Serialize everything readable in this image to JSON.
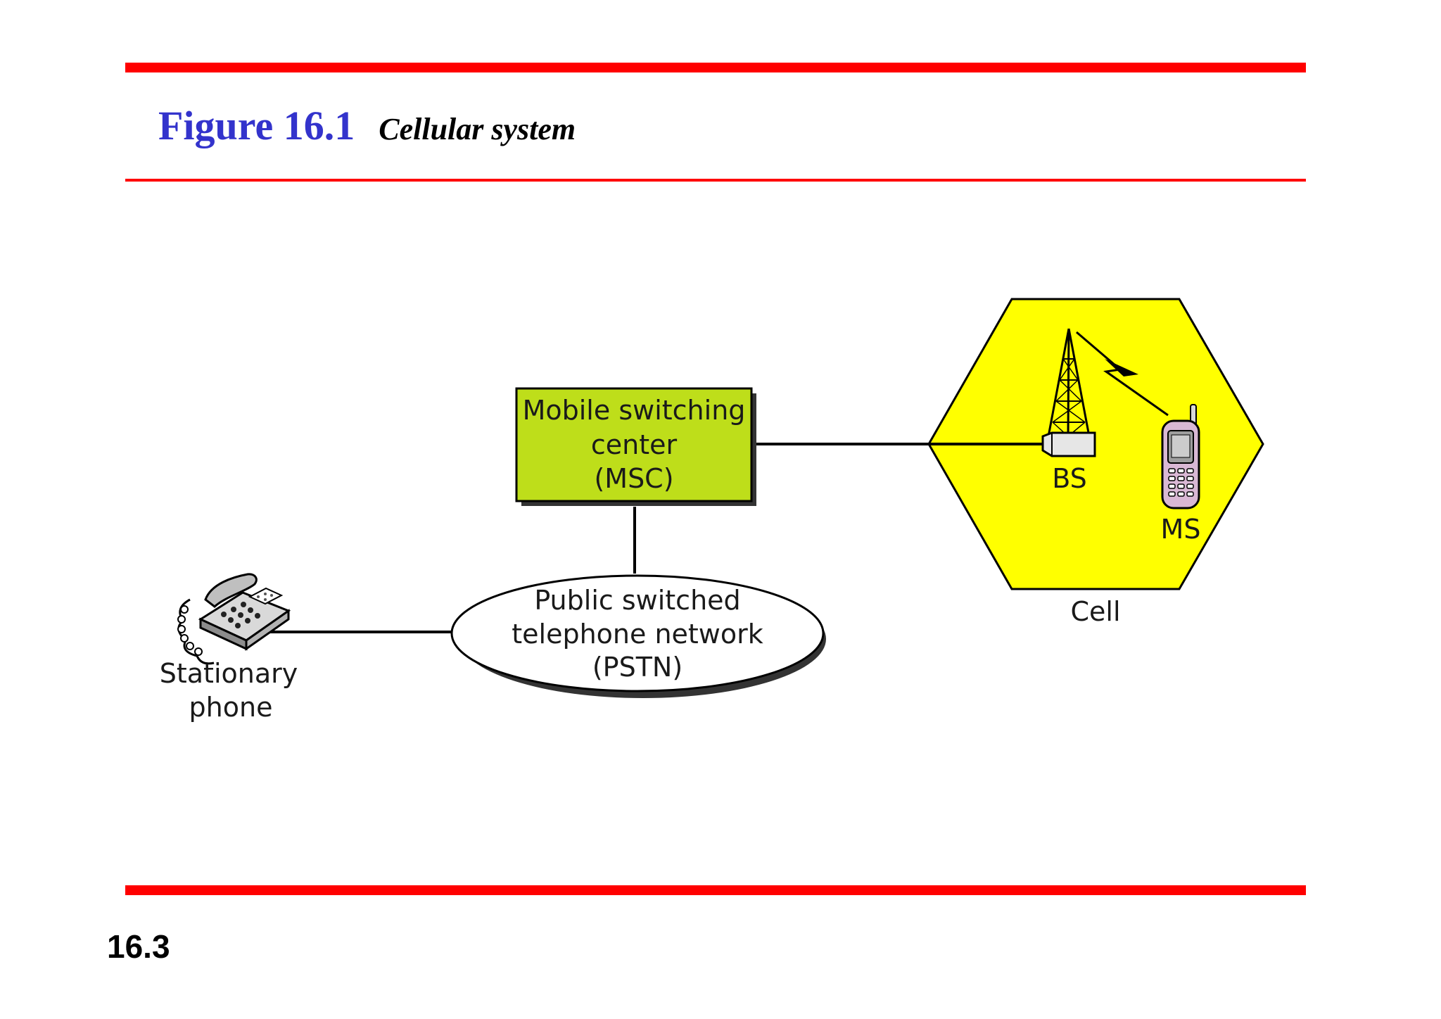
{
  "header": {
    "figure_number": "Figure 16.1",
    "figure_caption": "Cellular system"
  },
  "diagram": {
    "msc": {
      "line1": "Mobile switching",
      "line2": "center",
      "line3": "(MSC)"
    },
    "pstn": {
      "line1": "Public switched",
      "line2": "telephone network",
      "line3": "(PSTN)"
    },
    "stationary_phone": {
      "line1": "Stationary",
      "line2": "phone"
    },
    "base_station_label": "BS",
    "mobile_station_label": "MS",
    "cell_label": "Cell"
  },
  "footer": {
    "page_number": "16.3"
  },
  "colors": {
    "rule": "#ff0000",
    "figure_number": "#3333cc",
    "msc_fill": "#bede1a",
    "cell_fill": "#ffff00"
  }
}
